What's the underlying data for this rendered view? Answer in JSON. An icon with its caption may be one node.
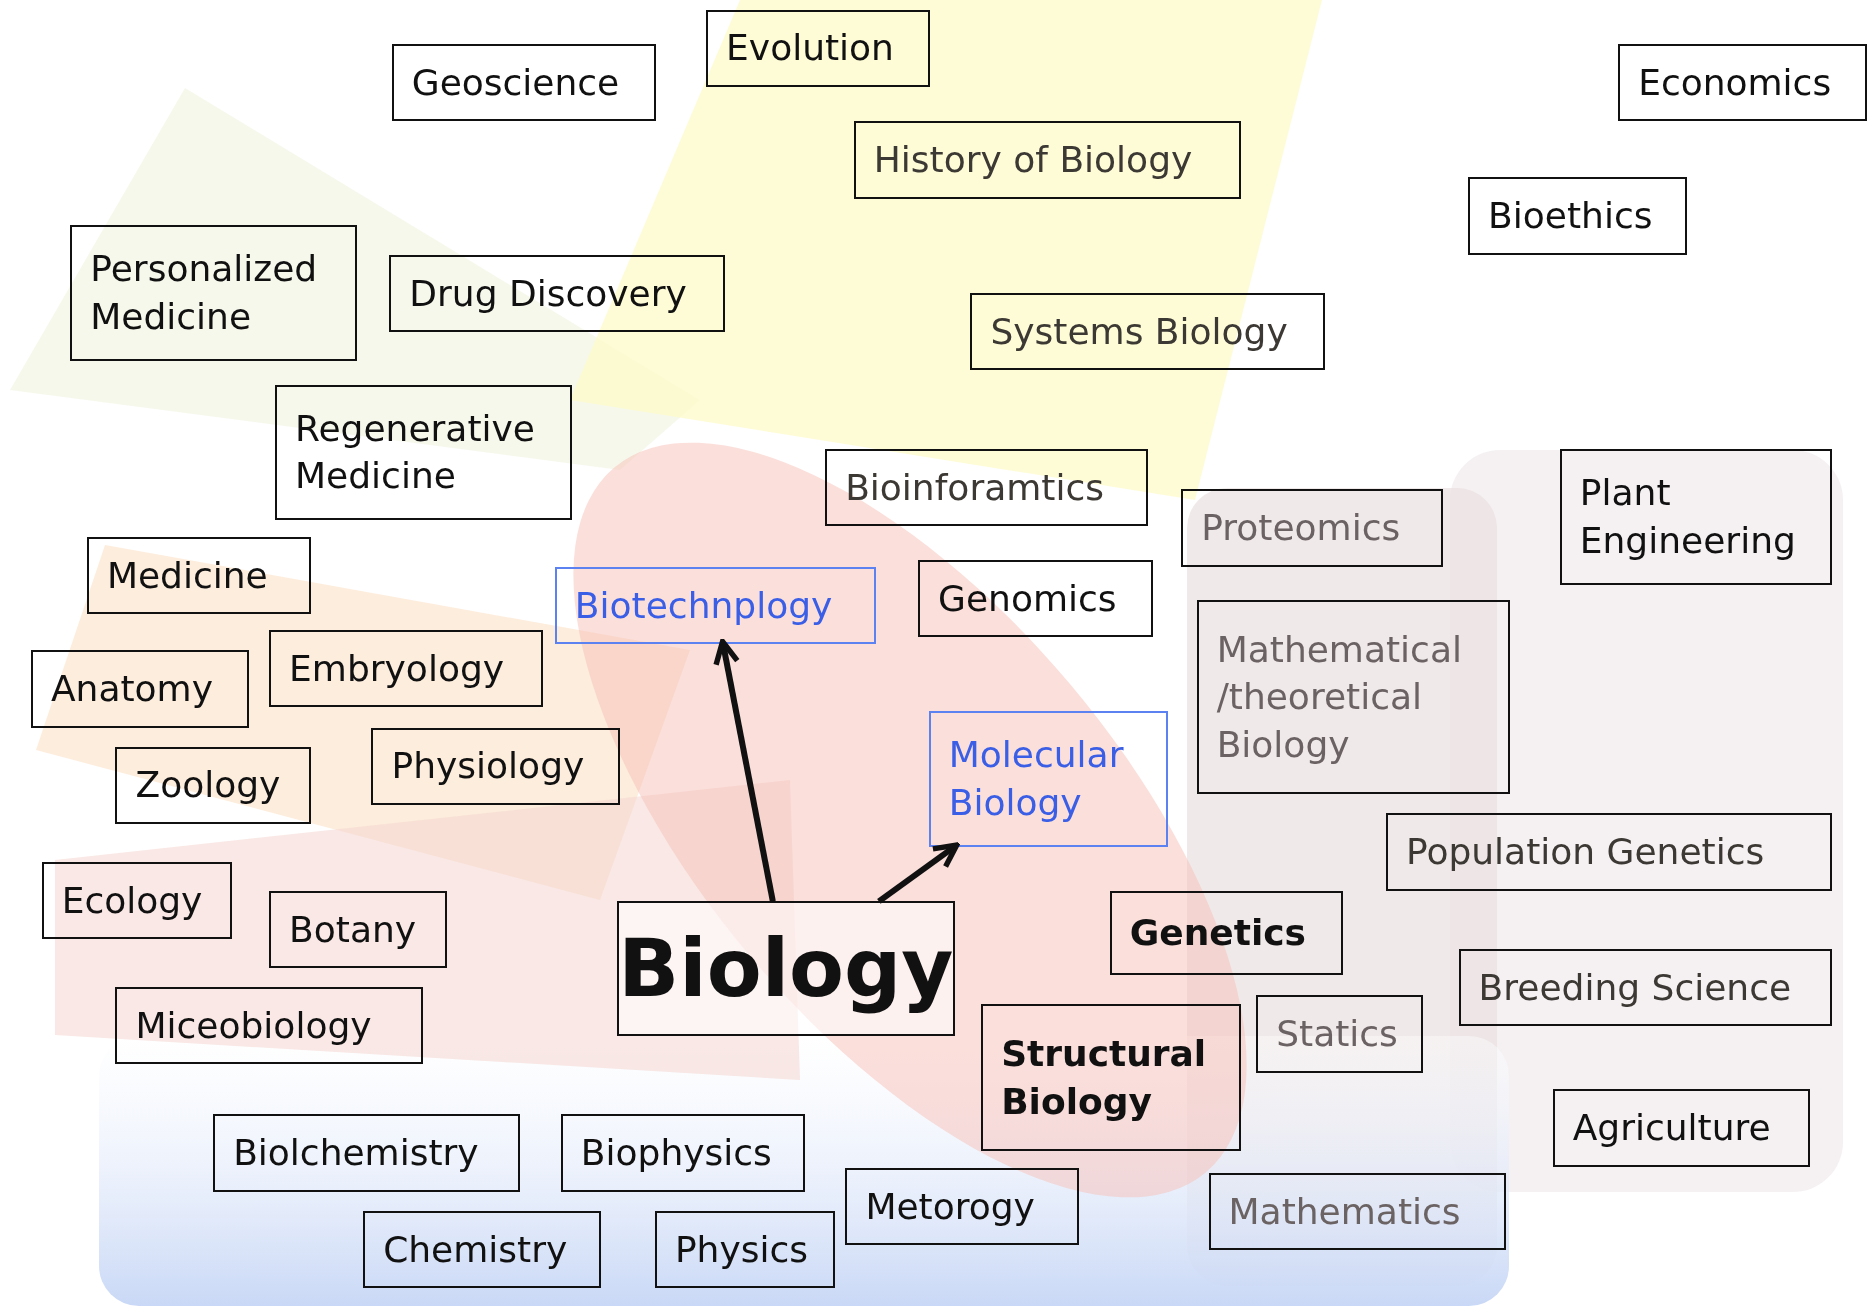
{
  "diagram": {
    "nodes": [
      {
        "text": [
          "Geoscience"
        ]
      },
      {
        "text": [
          "Evolution"
        ]
      },
      {
        "text": [
          "Economics"
        ]
      },
      {
        "text": [
          "History of Biology"
        ]
      },
      {
        "text": [
          "Bioethics"
        ]
      },
      {
        "text": [
          "Personalized Medicine"
        ]
      },
      {
        "text": [
          "Drug Discovery"
        ]
      },
      {
        "text": [
          "Systems Biology"
        ]
      },
      {
        "text": [
          "Regenerative Medicine"
        ]
      },
      {
        "text": [
          "Bioinforamtics"
        ]
      },
      {
        "text": [
          "Proteomics"
        ]
      },
      {
        "text": [
          "Plant Engineering"
        ]
      },
      {
        "text": [
          "Medicine"
        ]
      },
      {
        "text": [
          "Biotechnplogy"
        ]
      },
      {
        "text": [
          "Genomics"
        ]
      },
      {
        "text": [
          "Mathematical /theoretical Biology"
        ]
      },
      {
        "text": [
          "Anatomy"
        ]
      },
      {
        "text": [
          "Embryology"
        ]
      },
      {
        "text": [
          "Zoology"
        ]
      },
      {
        "text": [
          "Physiology"
        ]
      },
      {
        "text": [
          "Molecular Biology"
        ]
      },
      {
        "text": [
          "Population  Genetics"
        ]
      },
      {
        "text": [
          "Ecology"
        ]
      },
      {
        "text": [
          "Botany"
        ]
      },
      {
        "text": [
          "Biology"
        ]
      },
      {
        "text": [
          "Genetics"
        ]
      },
      {
        "text": [
          "Breeding Science"
        ]
      },
      {
        "text": [
          "Miceobiology"
        ]
      },
      {
        "text": [
          "Structural Biology"
        ]
      },
      {
        "text": [
          "Statics"
        ]
      },
      {
        "text": [
          "Agriculture"
        ]
      },
      {
        "text": [
          "Biolchemistry"
        ]
      },
      {
        "text": [
          "Biophysics"
        ]
      },
      {
        "text": [
          "Metorogy"
        ]
      },
      {
        "text": [
          "Mathematics"
        ]
      },
      {
        "text": [
          "Chemistry"
        ]
      },
      {
        "text": [
          "Physics"
        ]
      }
    ],
    "edges": [
      {
        "from": 24,
        "to": 13,
        "arrow": "to"
      },
      {
        "from": 24,
        "to": 20,
        "arrow": "to"
      }
    ]
  }
}
